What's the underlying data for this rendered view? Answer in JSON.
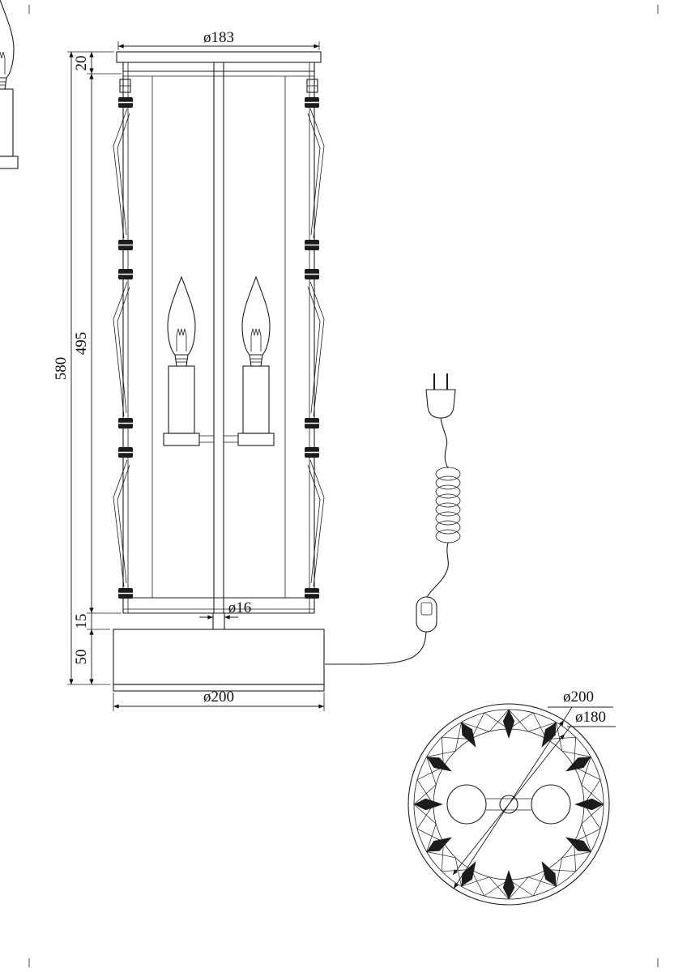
{
  "dims": {
    "front": {
      "top_diameter": "ø183",
      "plate_height": "20",
      "body_height": "495",
      "total_height": "580",
      "stem_height": "15",
      "base_height": "50",
      "stem_diameter": "ø16",
      "base_diameter": "ø200"
    },
    "top_view": {
      "outer_diameter": "ø200",
      "inner_diameter": "ø180"
    }
  }
}
